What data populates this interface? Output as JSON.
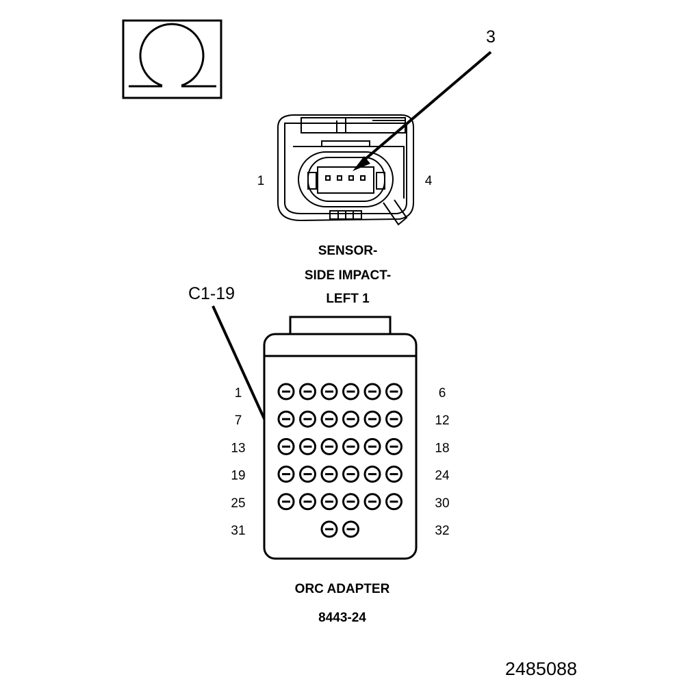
{
  "meter_symbol": {
    "icon": "ohm-icon",
    "glyph": "Ω"
  },
  "sensor_connector": {
    "pin_left": "1",
    "pin_right": "4",
    "callout": "3",
    "title_lines": [
      "SENSOR-",
      "SIDE IMPACT-",
      "LEFT 1"
    ]
  },
  "adapter": {
    "callout": "C1-19",
    "row_left_labels": [
      "1",
      "7",
      "13",
      "19",
      "25",
      "31"
    ],
    "row_right_labels": [
      "6",
      "12",
      "18",
      "24",
      "30",
      "32"
    ],
    "pins_per_row": [
      6,
      6,
      6,
      6,
      6,
      2
    ],
    "name": "ORC ADAPTER",
    "part_number": "8443-24"
  },
  "figure_number": "2485088",
  "colors": {
    "line": "#000000",
    "background": "#ffffff"
  }
}
